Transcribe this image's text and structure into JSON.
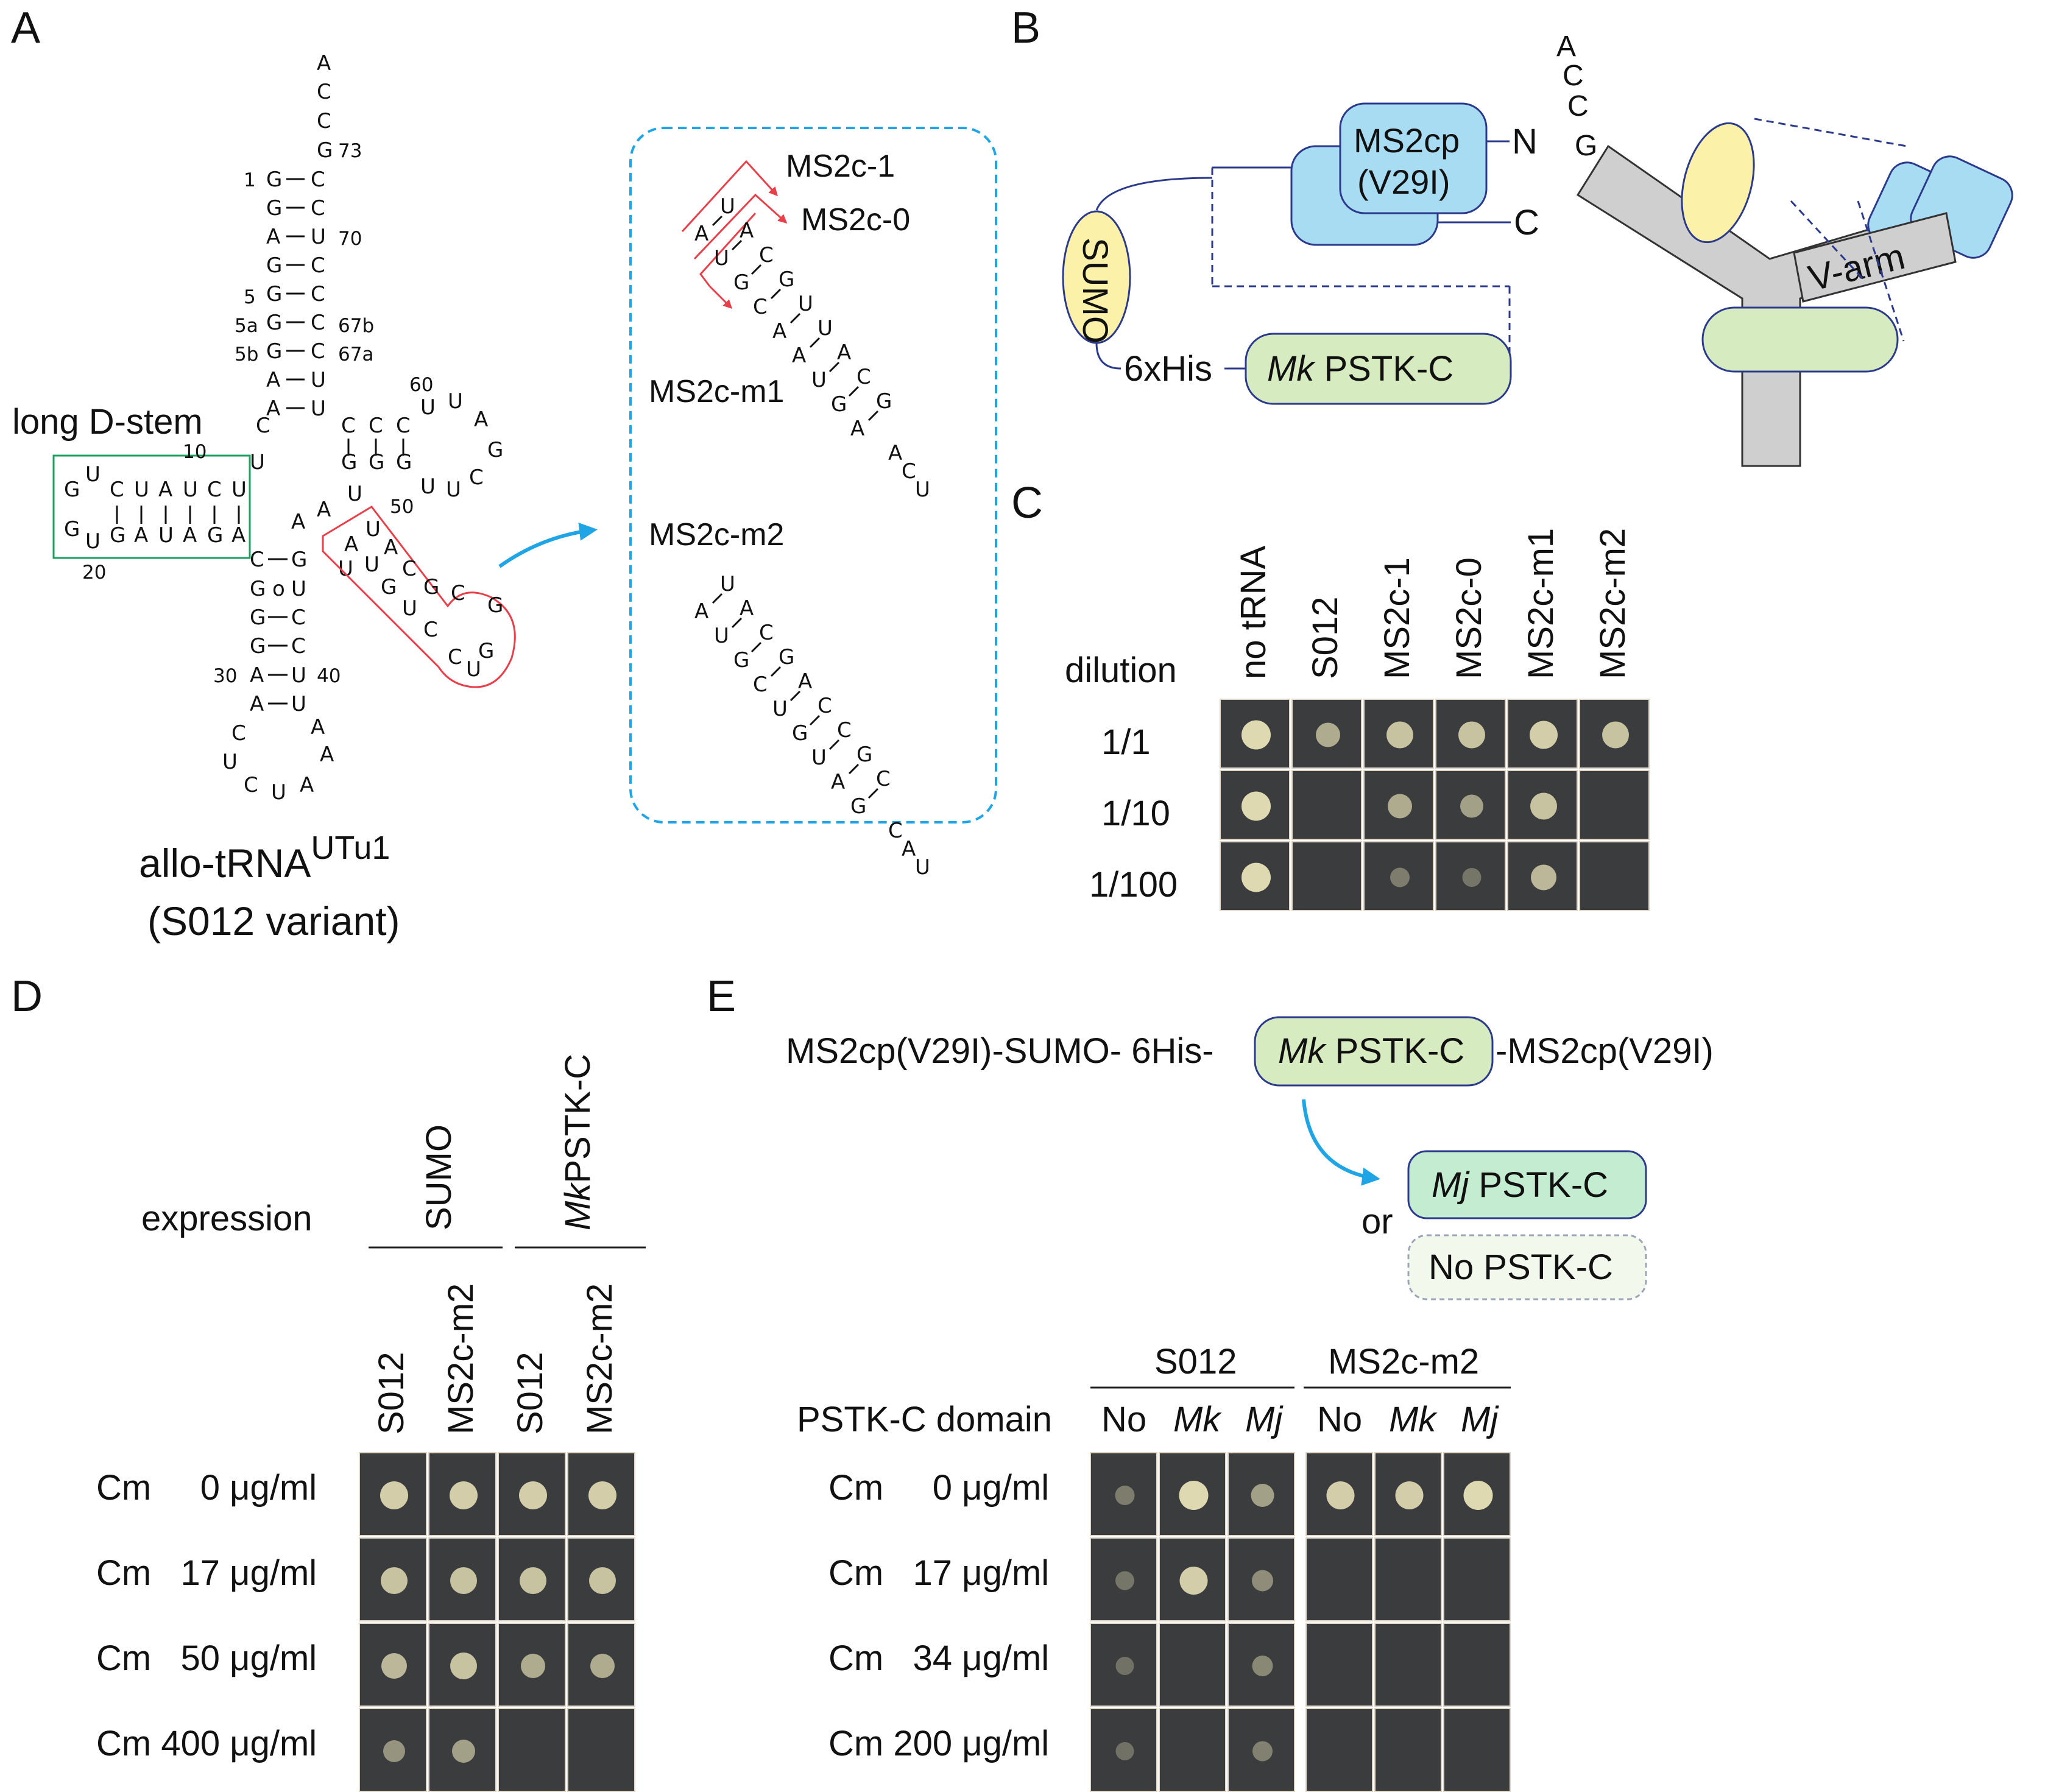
{
  "panels": {
    "A": "A",
    "B": "B",
    "C": "C",
    "D": "D",
    "E": "E"
  },
  "panelA": {
    "long_d_stem": "long D-stem",
    "title_main": "allo-tRNA",
    "title_sup": "UTu1",
    "subtitle": "(S012 variant)",
    "acceptor_tail": [
      "A",
      "C",
      "C"
    ],
    "stem_left": [
      "G",
      "G",
      "A",
      "G",
      "G",
      "G",
      "G",
      "A",
      "A"
    ],
    "stem_right": [
      "C",
      "C",
      "U",
      "C",
      "C",
      "C",
      "C",
      "U",
      "U"
    ],
    "num_73": "73",
    "num_1": "1",
    "num_70": "70",
    "num_5": "5",
    "num_5a": "5a",
    "num_5b": "5b",
    "num_67b": "67b",
    "num_67a": "67a",
    "num_10": "10",
    "num_20": "20",
    "num_60": "60",
    "num_50": "50",
    "num_30": "30",
    "num_40": "40",
    "anticodon_loop": [
      "C",
      "U",
      "C",
      "U",
      "A",
      "A",
      "A"
    ],
    "ms2_candidates": {
      "c1": "MS2c-1",
      "c0": "MS2c-0",
      "m1": "MS2c-m1",
      "m2": "MS2c-m2"
    }
  },
  "panelB": {
    "ms2cp": "MS2cp",
    "v29i": "(V29I)",
    "n_term": "N",
    "c_term": "C",
    "sumo": "SUMO",
    "his": "6xHis",
    "mk": "Mk",
    "pstk": "PSTK-C",
    "acceptor": [
      "A",
      "C",
      "C",
      "G"
    ],
    "varm": "V-arm"
  },
  "panelC": {
    "dilution_label": "dilution",
    "columns": [
      "no tRNA",
      "S012",
      "MS2c-1",
      "MS2c-0",
      "MS2c-m1",
      "MS2c-m2"
    ],
    "rows": [
      "1/1",
      "1/10",
      "1/100"
    ],
    "growth": [
      [
        1,
        0.6,
        0.8,
        0.8,
        0.9,
        0.8
      ],
      [
        1,
        0,
        0.6,
        0.5,
        0.8,
        0
      ],
      [
        1,
        0,
        0.2,
        0.15,
        0.7,
        0
      ]
    ]
  },
  "panelD": {
    "expression_label": "expression",
    "groups": [
      "SUMO",
      "MkPSTK-C"
    ],
    "group2_italic": "Mk",
    "group2_rest": "PSTK-C",
    "columns": [
      "S012",
      "MS2c-m2",
      "S012",
      "MS2c-m2"
    ],
    "rows": [
      "Cm     0 μg/ml",
      "Cm   17 μg/ml",
      "Cm   50 μg/ml",
      "Cm 400 μg/ml"
    ],
    "growth": [
      [
        0.9,
        0.9,
        0.9,
        0.9
      ],
      [
        0.8,
        0.8,
        0.8,
        0.8
      ],
      [
        0.7,
        0.8,
        0.6,
        0.6
      ],
      [
        0.4,
        0.5,
        0,
        0
      ]
    ]
  },
  "panelE": {
    "construct_left": "MS2cp(V29I)-SUMO- 6His-",
    "construct_right": "-MS2cp(V29I)",
    "mk": "Mk",
    "mj": "Mj",
    "pstk": "PSTK-C",
    "or": "or",
    "no_pstk": "No PSTK-C",
    "domain_label": "PSTK-C domain",
    "groups": [
      "S012",
      "MS2c-m2"
    ],
    "sub": [
      "No",
      "Mk",
      "Mj",
      "No",
      "Mk",
      "Mj"
    ],
    "rows": [
      "Cm     0 μg/ml",
      "Cm   17 μg/ml",
      "Cm   34 μg/ml",
      "Cm 200 μg/ml"
    ],
    "growth": [
      [
        0.2,
        1,
        0.5,
        0.9,
        0.9,
        1
      ],
      [
        0.15,
        0.9,
        0.35,
        0,
        0,
        0
      ],
      [
        0.1,
        0,
        0.3,
        0,
        0,
        0
      ],
      [
        0.1,
        0,
        0.25,
        0,
        0,
        0
      ]
    ]
  },
  "colors": {
    "ms2_blue": "#a8dcf2",
    "ms2_stroke": "#2b3a8c",
    "sumo_yellow": "#fbf1a8",
    "pstk_green": "#d7ebc0",
    "mj_green": "#c4ecd0",
    "gray": "#cfcfcf",
    "teal_box": "#1aa05f",
    "red": "#e8404a",
    "cyan": "#1fa5e6",
    "plate": "#3a3c3e",
    "colony": "#e8e2b8"
  }
}
